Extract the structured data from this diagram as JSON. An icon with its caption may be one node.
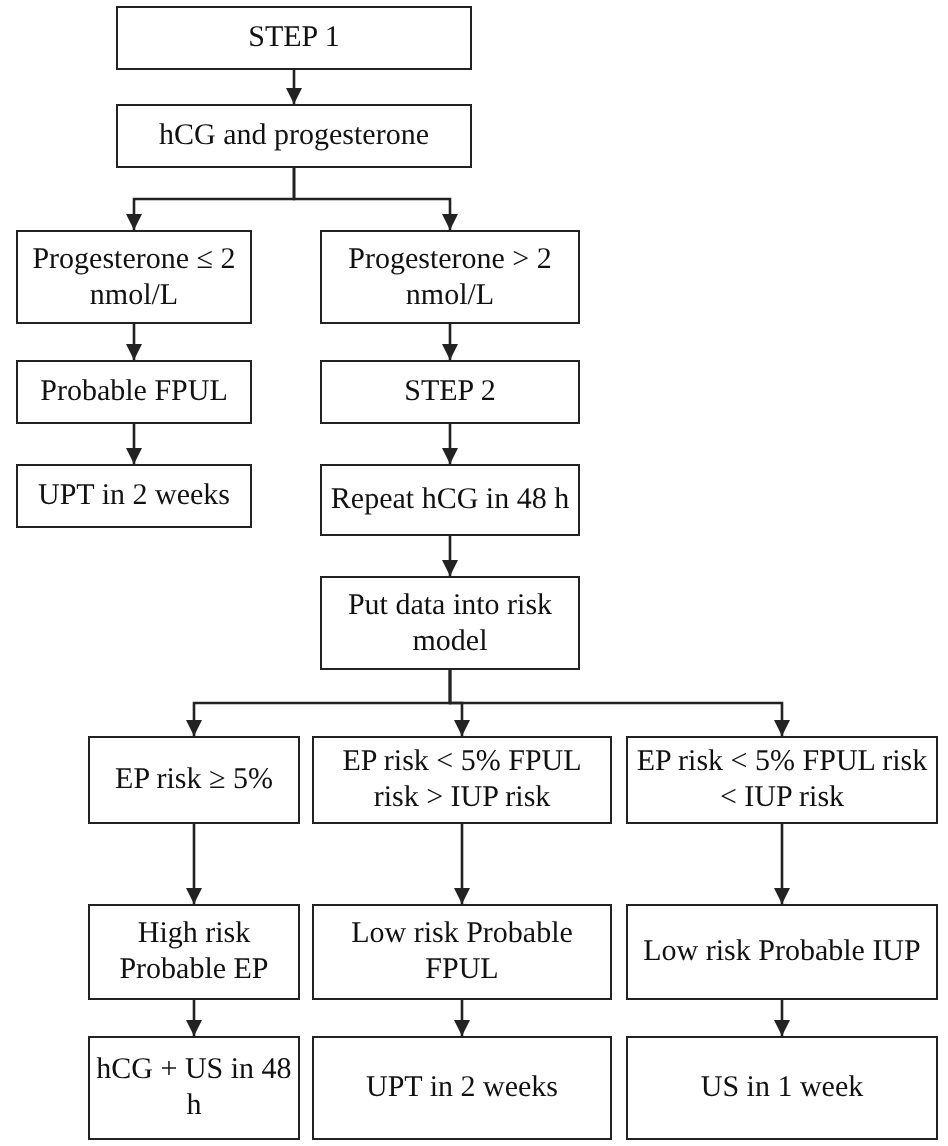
{
  "diagram": {
    "nodes": [
      {
        "text": [
          "STEP 1"
        ]
      },
      {
        "text": [
          "hCG and progesterone"
        ]
      },
      {
        "text": [
          "Progesterone ≤ 2 nmol/L"
        ]
      },
      {
        "text": [
          "Progesterone > 2 nmol/L"
        ]
      },
      {
        "text": [
          "Probable FPUL"
        ]
      },
      {
        "text": [
          "UPT in 2 weeks"
        ]
      },
      {
        "text": [
          "STEP 2"
        ]
      },
      {
        "text": [
          "Repeat hCG in 48 h"
        ]
      },
      {
        "text": [
          "Put data into risk model"
        ]
      },
      {
        "text": [
          "EP risk ≥ 5%"
        ]
      },
      {
        "text": [
          "EP risk < 5% FPUL risk > IUP risk"
        ]
      },
      {
        "text": [
          "EP risk < 5% FPUL risk < IUP risk"
        ]
      },
      {
        "text": [
          "High risk Probable EP"
        ]
      },
      {
        "text": [
          "Low risk Probable FPUL"
        ]
      },
      {
        "text": [
          "Low risk Probable IUP"
        ]
      },
      {
        "text": [
          "hCG + US in 48 h"
        ]
      },
      {
        "text": [
          "UPT in 2 weeks"
        ]
      },
      {
        "text": [
          "US in 1 week"
        ]
      }
    ],
    "edges": [
      {
        "from": 0,
        "to": 1,
        "arrow": "to"
      },
      {
        "from": 1,
        "to": 2,
        "arrow": "to"
      },
      {
        "from": 1,
        "to": 3,
        "arrow": "to"
      },
      {
        "from": 2,
        "to": 4,
        "arrow": "to"
      },
      {
        "from": 4,
        "to": 5,
        "arrow": "to"
      },
      {
        "from": 3,
        "to": 6,
        "arrow": "to"
      },
      {
        "from": 6,
        "to": 7,
        "arrow": "to"
      },
      {
        "from": 7,
        "to": 8,
        "arrow": "to"
      },
      {
        "from": 8,
        "to": 9,
        "arrow": "to"
      },
      {
        "from": 8,
        "to": 10,
        "arrow": "to"
      },
      {
        "from": 8,
        "to": 11,
        "arrow": "to"
      },
      {
        "from": 9,
        "to": 12,
        "arrow": "to"
      },
      {
        "from": 12,
        "to": 15,
        "arrow": "to"
      },
      {
        "from": 10,
        "to": 13,
        "arrow": "to"
      },
      {
        "from": 13,
        "to": 16,
        "arrow": "to"
      },
      {
        "from": 11,
        "to": 14,
        "arrow": "to"
      },
      {
        "from": 14,
        "to": 17,
        "arrow": "to"
      }
    ]
  }
}
